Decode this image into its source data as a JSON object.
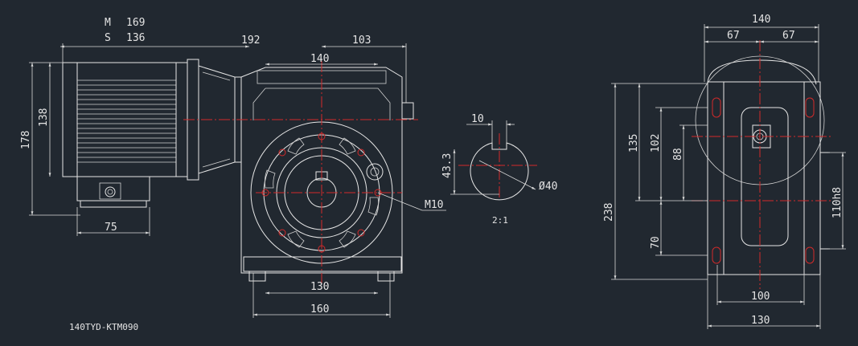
{
  "model": "140TYD-KTM090",
  "motor": {
    "m_label": "M",
    "m_value": "169",
    "s_label": "S",
    "s_value": "136"
  },
  "side_view": {
    "dim_motor_length": "192",
    "dim_gear_offset": "103",
    "dim_top_width": "140",
    "dim_motor_height": "178",
    "dim_flange_height": "138",
    "dim_foot_width": "75",
    "dim_bolt_center": "130",
    "dim_base_width": "160",
    "thread_label": "M10"
  },
  "key_detail": {
    "dim_key_width": "10",
    "dim_key_depth": "43.3",
    "dim_bore": "Ø40",
    "scale": "2:1"
  },
  "end_view": {
    "dim_total_width": "140",
    "dim_half_left": "67",
    "dim_half_right": "67",
    "dim_height_135": "135",
    "dim_height_102": "102",
    "dim_height_88": "88",
    "dim_total_height": "238",
    "dim_bottom_70": "70",
    "dim_hole_tol": "110h8",
    "dim_bolt_100": "100",
    "dim_base_130": "130"
  },
  "colors": {
    "background": "#212830",
    "line": "#e6e6e6",
    "center_line": "#d22a2a"
  }
}
